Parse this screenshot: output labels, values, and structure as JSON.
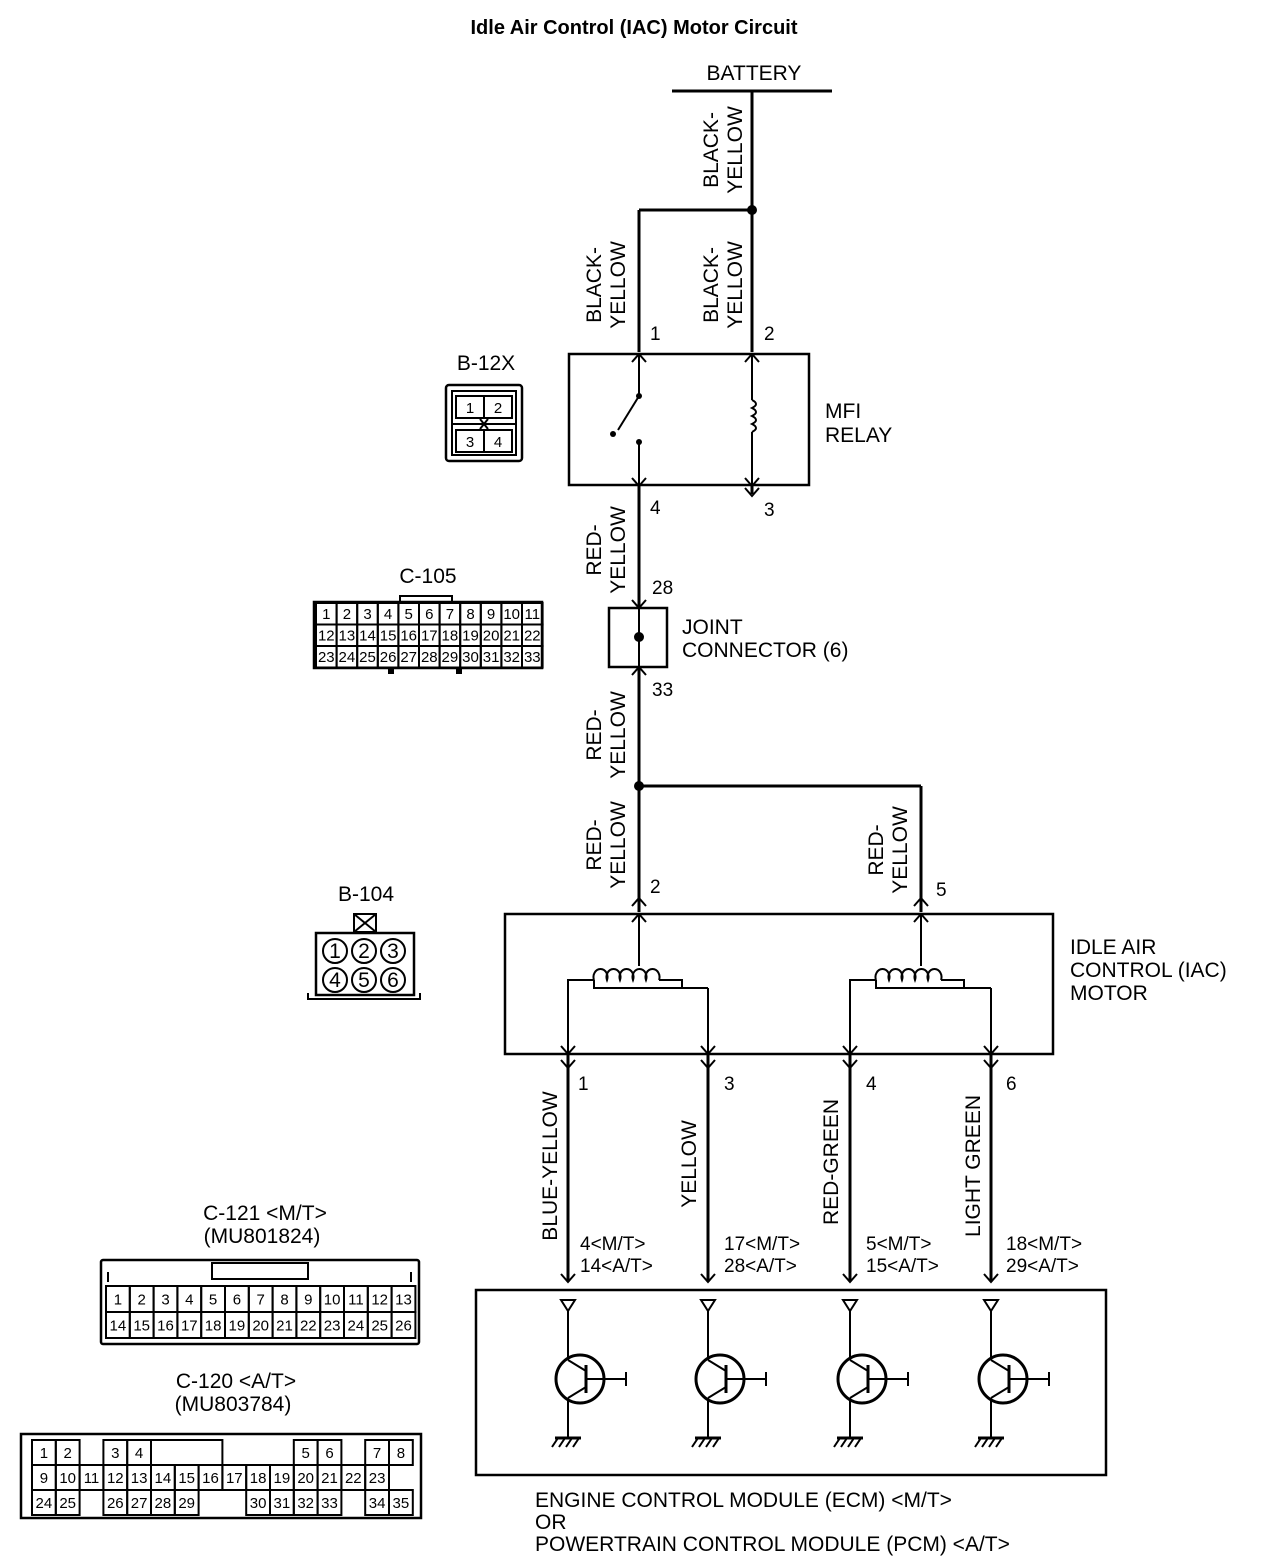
{
  "title": "Idle Air Control (IAC) Motor Circuit",
  "components": {
    "battery": "BATTERY",
    "mfi_relay": [
      "MFI",
      "RELAY"
    ],
    "joint_connector": [
      "JOINT",
      "CONNECTOR (6)"
    ],
    "iac_motor": [
      "IDLE AIR",
      "CONTROL (IAC)",
      "MOTOR"
    ],
    "module": [
      "ENGINE CONTROL MODULE (ECM) <M/T>",
      "OR",
      "POWERTRAIN CONTROL MODULE (PCM) <A/T>"
    ]
  },
  "wires": {
    "battery_feed": [
      "BLACK-",
      "YELLOW"
    ],
    "relay_pin1": [
      "BLACK-",
      "YELLOW"
    ],
    "relay_pin2": [
      "BLACK-",
      "YELLOW"
    ],
    "relay_to_joint": [
      "RED-",
      "YELLOW"
    ],
    "joint_out": [
      "RED-",
      "YELLOW"
    ],
    "iac_pin2": [
      "RED-",
      "YELLOW"
    ],
    "iac_pin5": [
      "RED-",
      "YELLOW"
    ],
    "iac_pin1": "BLUE-YELLOW",
    "iac_pin3": "YELLOW",
    "iac_pin4": "RED-GREEN",
    "iac_pin6": "LIGHT GREEN"
  },
  "pins": {
    "relay": [
      "1",
      "2",
      "4",
      "3"
    ],
    "joint": [
      "28",
      "33"
    ],
    "iac_top": [
      "2",
      "5"
    ],
    "iac_bottom": [
      "1",
      "3",
      "4",
      "6"
    ],
    "module": [
      [
        "4<M/T>",
        "14<A/T>"
      ],
      [
        "17<M/T>",
        "28<A/T>"
      ],
      [
        "5<M/T>",
        "15<A/T>"
      ],
      [
        "18<M/T>",
        "29<A/T>"
      ]
    ]
  },
  "connectors": {
    "b12x": {
      "name": "B-12X",
      "cells": [
        "1",
        "2",
        "3",
        "4"
      ]
    },
    "c105": {
      "name": "C-105",
      "rows": [
        [
          "1",
          "2",
          "3",
          "4",
          "5",
          "6",
          "7",
          "8",
          "9",
          "10",
          "11"
        ],
        [
          "12",
          "13",
          "14",
          "15",
          "16",
          "17",
          "18",
          "19",
          "20",
          "21",
          "22"
        ],
        [
          "23",
          "24",
          "25",
          "26",
          "27",
          "28",
          "29",
          "30",
          "31",
          "32",
          "33"
        ]
      ]
    },
    "b104": {
      "name": "B-104",
      "cells": [
        "1",
        "2",
        "3",
        "4",
        "5",
        "6"
      ]
    },
    "c121": {
      "name": "C-121 <M/T>",
      "part": "(MU801824)",
      "rows": [
        [
          "1",
          "2",
          "3",
          "4",
          "5",
          "6",
          "7",
          "8",
          "9",
          "10",
          "11",
          "12",
          "13"
        ],
        [
          "14",
          "15",
          "16",
          "17",
          "18",
          "19",
          "20",
          "21",
          "22",
          "23",
          "24",
          "25",
          "26"
        ]
      ]
    },
    "c120": {
      "name": "C-120 <A/T>",
      "part": "(MU803784)",
      "rows": [
        [
          "1",
          "2",
          "",
          "3",
          "4",
          "",
          "",
          "",
          "",
          "",
          "",
          "5",
          "6",
          "",
          "7",
          "8"
        ],
        [
          "9",
          "10",
          "11",
          "12",
          "13",
          "14",
          "15",
          "16",
          "17",
          "18",
          "19",
          "20",
          "21",
          "22",
          "23"
        ],
        [
          "24",
          "25",
          "",
          "26",
          "27",
          "28",
          "29",
          "",
          "30",
          "31",
          "32",
          "33",
          "",
          "34",
          "35"
        ]
      ]
    }
  }
}
